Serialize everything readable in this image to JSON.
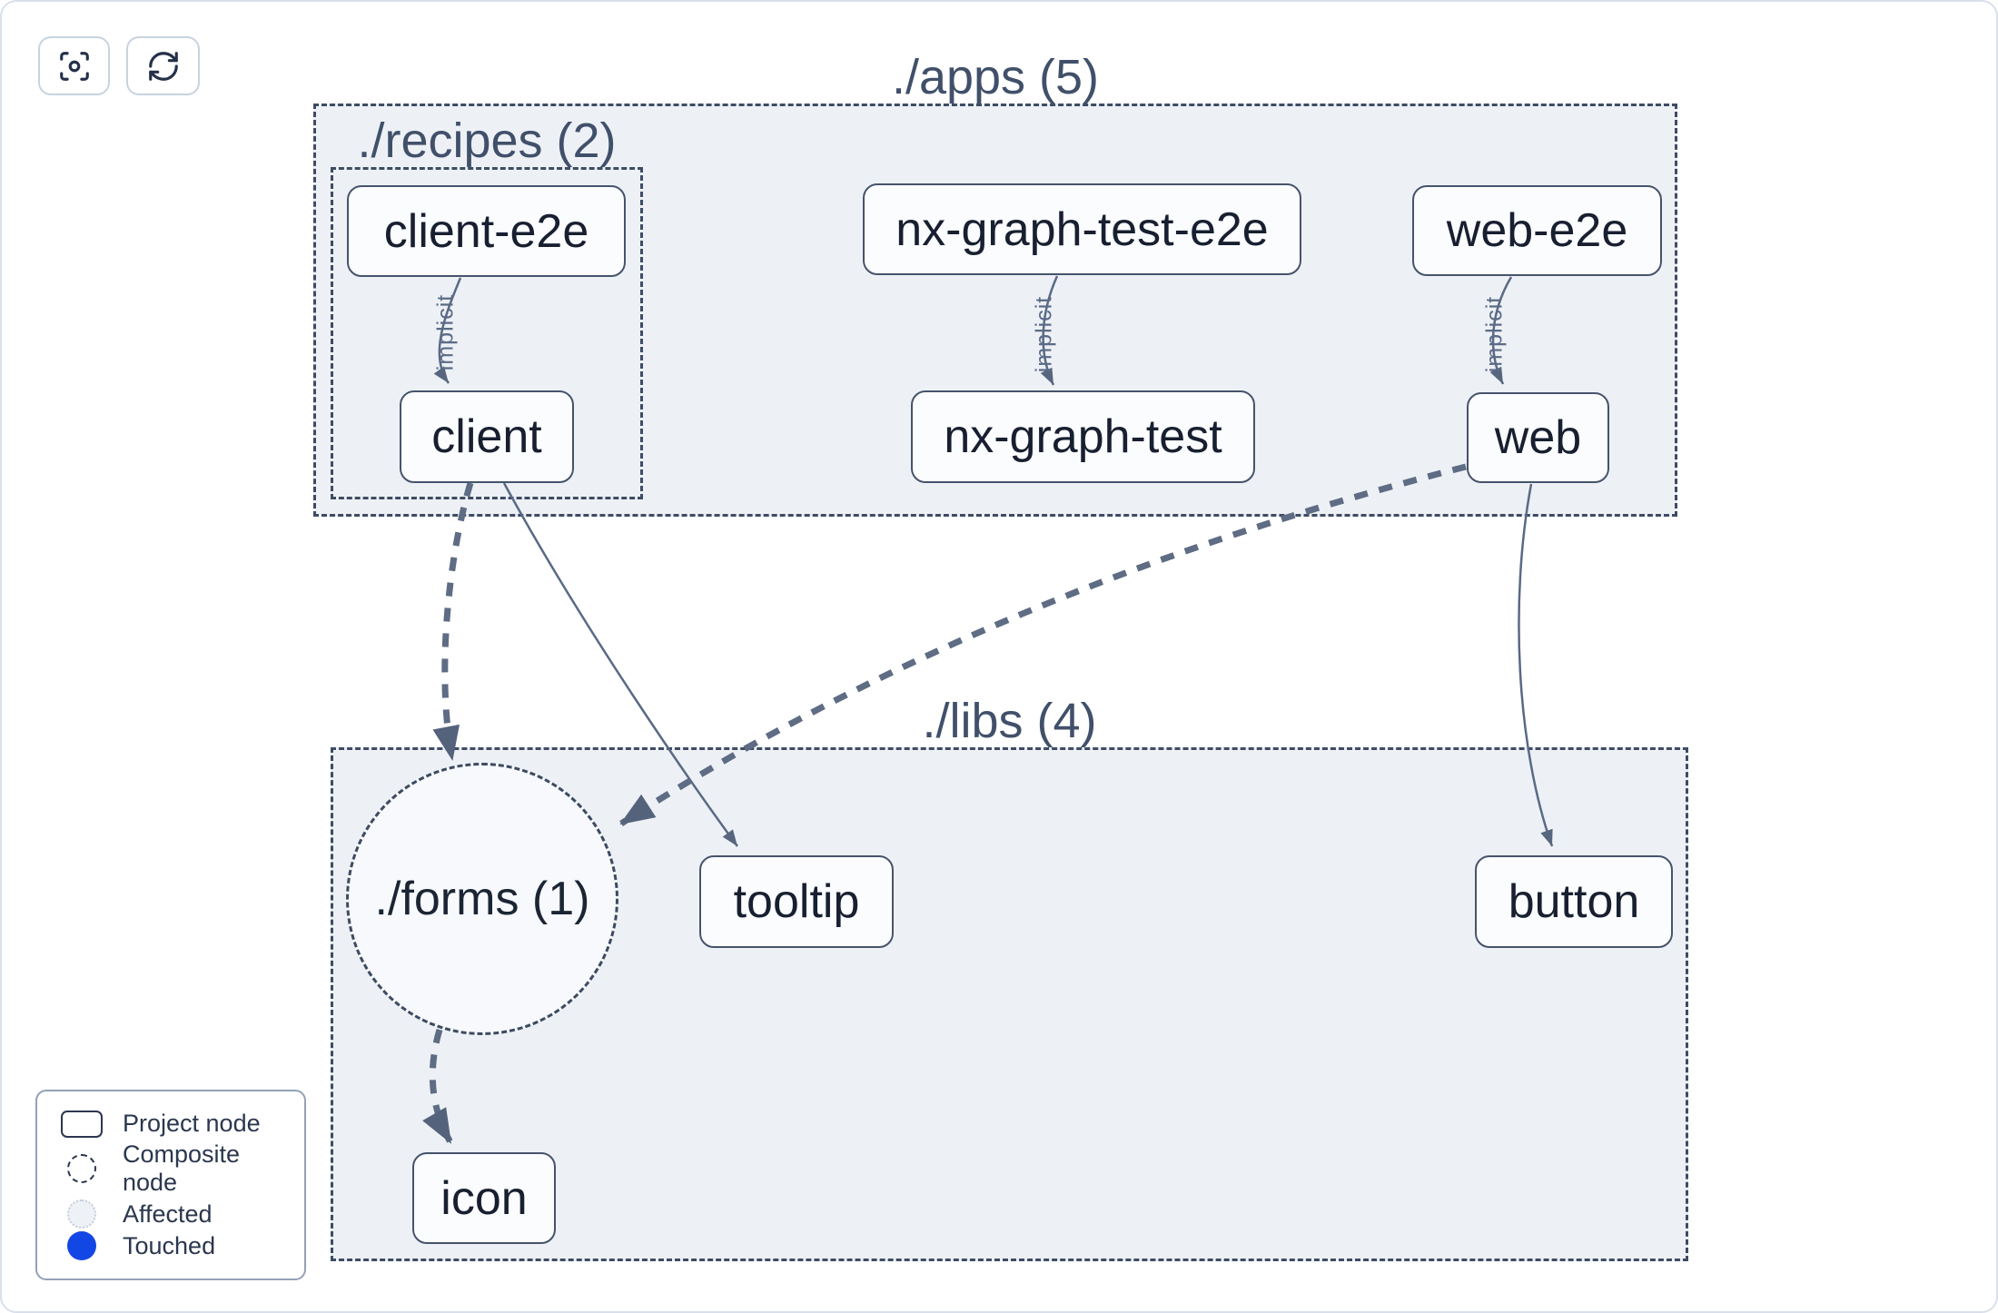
{
  "toolbar": {
    "buttons": [
      {
        "icon": "focus-icon"
      },
      {
        "icon": "refresh-icon"
      }
    ]
  },
  "graph": {
    "containers": [
      {
        "id": "apps",
        "label": "./apps (5)"
      },
      {
        "id": "recipes",
        "label": "./recipes (2)"
      },
      {
        "id": "libs",
        "label": "./libs (4)"
      }
    ],
    "composite_nodes": [
      {
        "id": "forms",
        "label": "./forms (1)"
      }
    ],
    "project_nodes": [
      {
        "id": "client-e2e",
        "label": "client-e2e"
      },
      {
        "id": "nx-graph-test-e2e",
        "label": "nx-graph-test-e2e"
      },
      {
        "id": "web-e2e",
        "label": "web-e2e"
      },
      {
        "id": "client",
        "label": "client"
      },
      {
        "id": "nx-graph-test",
        "label": "nx-graph-test"
      },
      {
        "id": "web",
        "label": "web"
      },
      {
        "id": "tooltip",
        "label": "tooltip"
      },
      {
        "id": "button",
        "label": "button"
      },
      {
        "id": "icon",
        "label": "icon"
      }
    ],
    "edges": [
      {
        "source": "client-e2e",
        "target": "client",
        "type": "implicit",
        "label": "implicit"
      },
      {
        "source": "nx-graph-test-e2e",
        "target": "nx-graph-test",
        "type": "implicit",
        "label": "implicit"
      },
      {
        "source": "web-e2e",
        "target": "web",
        "type": "implicit",
        "label": "implicit"
      },
      {
        "source": "client",
        "target": "./forms (1)",
        "type": "dashed"
      },
      {
        "source": "client",
        "target": "tooltip",
        "type": "direct"
      },
      {
        "source": "web",
        "target": "./forms (1)",
        "type": "dashed"
      },
      {
        "source": "web",
        "target": "button",
        "type": "direct"
      },
      {
        "source": "./forms (1)",
        "target": "icon",
        "type": "dashed"
      }
    ]
  },
  "legend": {
    "items": [
      {
        "icon": "project-node-swatch",
        "label": "Project node"
      },
      {
        "icon": "composite-node-swatch",
        "label": "Composite node"
      },
      {
        "icon": "affected-swatch",
        "label": "Affected"
      },
      {
        "icon": "touched-swatch",
        "label": "Touched"
      }
    ]
  },
  "colors": {
    "container_fill": "#edf1f6",
    "container_border": "#3e4c63",
    "node_fill": "#fbfcfe",
    "node_border": "#46536b",
    "node_text": "#171f30",
    "edge": "#5e6c84",
    "edge_label": "#5b6b87",
    "title_text": "#41506a",
    "touched_blue": "#1347e5"
  }
}
